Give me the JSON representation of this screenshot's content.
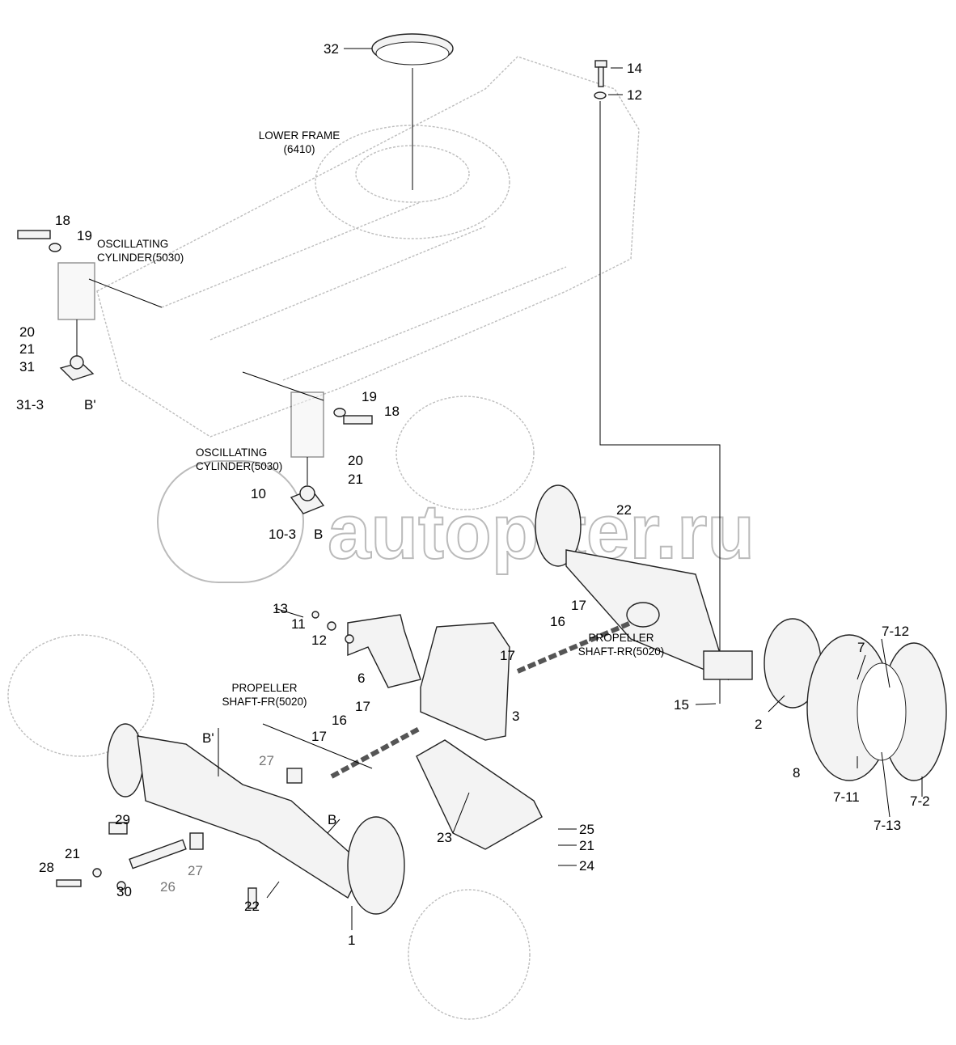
{
  "diagram": {
    "watermark": "autopiter.ru",
    "annotations": {
      "lower_frame": [
        "LOWER FRAME",
        "(6410)"
      ],
      "osc_cyl_left": [
        "OSCILLATING",
        "CYLINDER(5030)"
      ],
      "osc_cyl_center": [
        "OSCILLATING",
        "CYLINDER(5030)"
      ],
      "prop_shaft_rr": [
        "PROPELLER",
        "SHAFT-RR(5020)"
      ],
      "prop_shaft_fr": [
        "PROPELLER",
        "SHAFT-FR(5020)"
      ]
    },
    "callouts": {
      "c32": "32",
      "c14": "14",
      "c12a": "12",
      "c18a": "18",
      "c19a": "19",
      "c20a": "20",
      "c21a": "21",
      "c31": "31",
      "c31_3": "31-3",
      "cBp1": "B'",
      "c19b": "19",
      "c18b": "18",
      "c20b": "20",
      "c21b": "21",
      "c10": "10",
      "c10_3": "10-3",
      "cB1": "B",
      "c22a": "22",
      "c13": "13",
      "c11": "11",
      "c12b": "12",
      "c17a": "17",
      "c16a": "16",
      "c17b": "17",
      "c6": "6",
      "c3": "3",
      "c17c": "17",
      "c16b": "16",
      "c17d": "17",
      "cBp2": "B'",
      "c27a": "27",
      "c15": "15",
      "c2": "2",
      "c7": "7",
      "c7_12": "7-12",
      "c8": "8",
      "c7_11": "7-11",
      "c7_2": "7-2",
      "c7_13": "7-13",
      "c29": "29",
      "cB2": "B",
      "c25": "25",
      "c21c": "21",
      "c24": "24",
      "c23": "23",
      "c21d": "21",
      "c28": "28",
      "c27b": "27",
      "c26": "26",
      "c30": "30",
      "c22b": "22",
      "c1": "1"
    }
  }
}
